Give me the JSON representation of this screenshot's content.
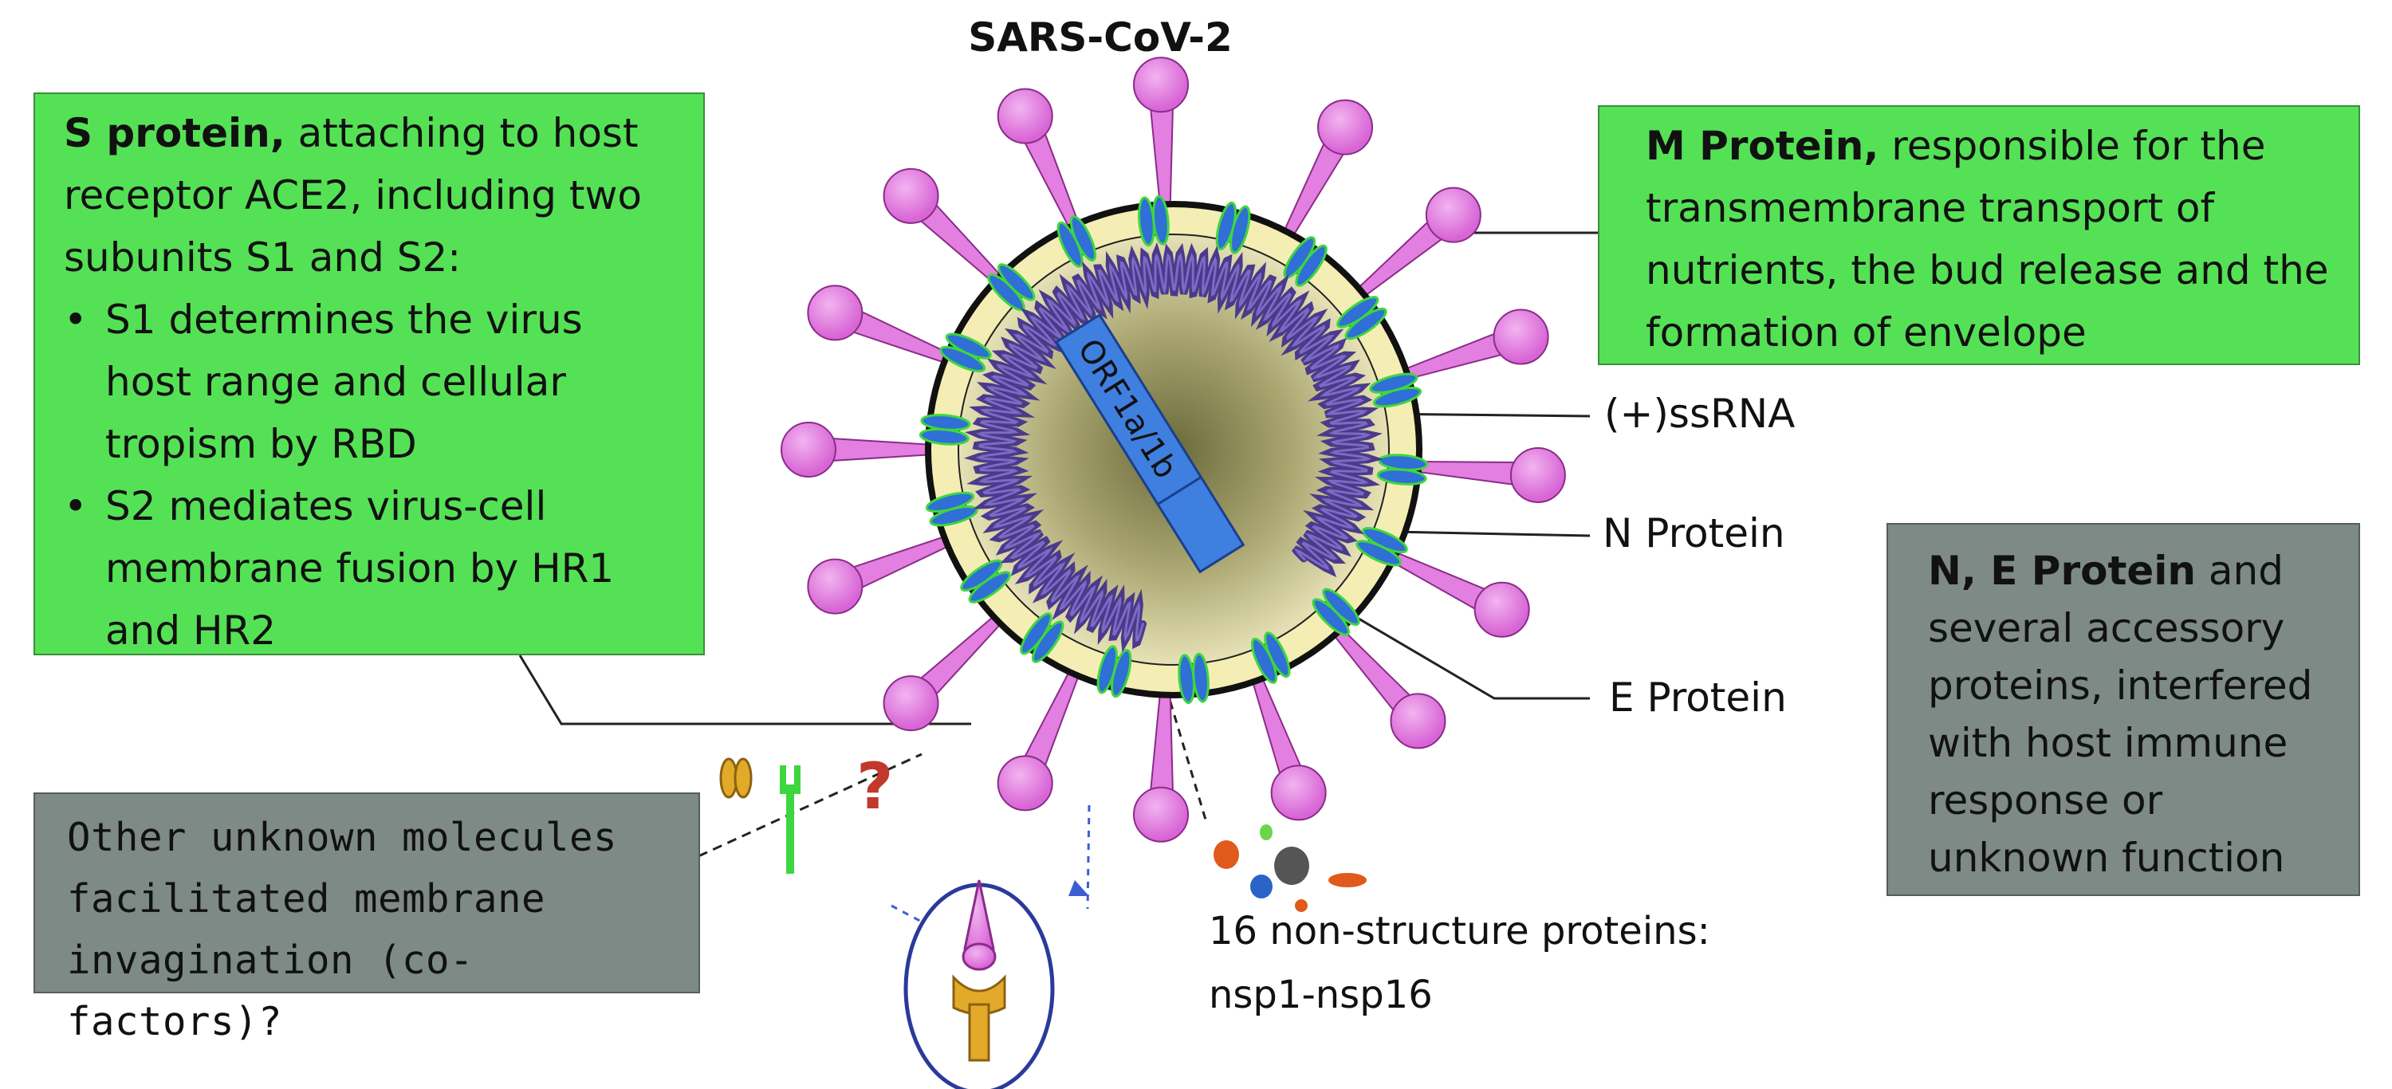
{
  "title": "SARS-CoV-2",
  "s_protein": {
    "heading": "S protein,",
    "text": " attaching to host receptor ACE2, including two subunits S1 and S2:",
    "bullets": [
      "S1 determines the virus host range and cellular tropism by RBD",
      "S2 mediates virus-cell membrane fusion by HR1 and HR2"
    ]
  },
  "m_protein": {
    "heading": "M Protein,",
    "text": " responsible for the transmembrane transport of nutrients, the bud release and the formation of envelope"
  },
  "ne_protein": {
    "heading": "N, E Protein",
    "text": " and several accessory proteins, interfered with host immune response or unknown function"
  },
  "other_molecules": {
    "text": "Other unknown molecules facilitated membrane invagination (co-factors)?"
  },
  "labels": {
    "ssrna": "(+)ssRNA",
    "n_protein": "N Protein",
    "e_protein": "E Protein",
    "orf": "ORF1a/1b",
    "question_mark": "?",
    "nsp_line1": "16 non-structure proteins:",
    "nsp_line2": "nsp1-nsp16"
  },
  "colors": {
    "green_box": "#55e155",
    "gray_box": "#7d8a86",
    "spike": "#e37fe0",
    "envelope": "#f4eeb4",
    "orf_bar": "#3f7fe0",
    "rna": "#4b3a8c"
  }
}
